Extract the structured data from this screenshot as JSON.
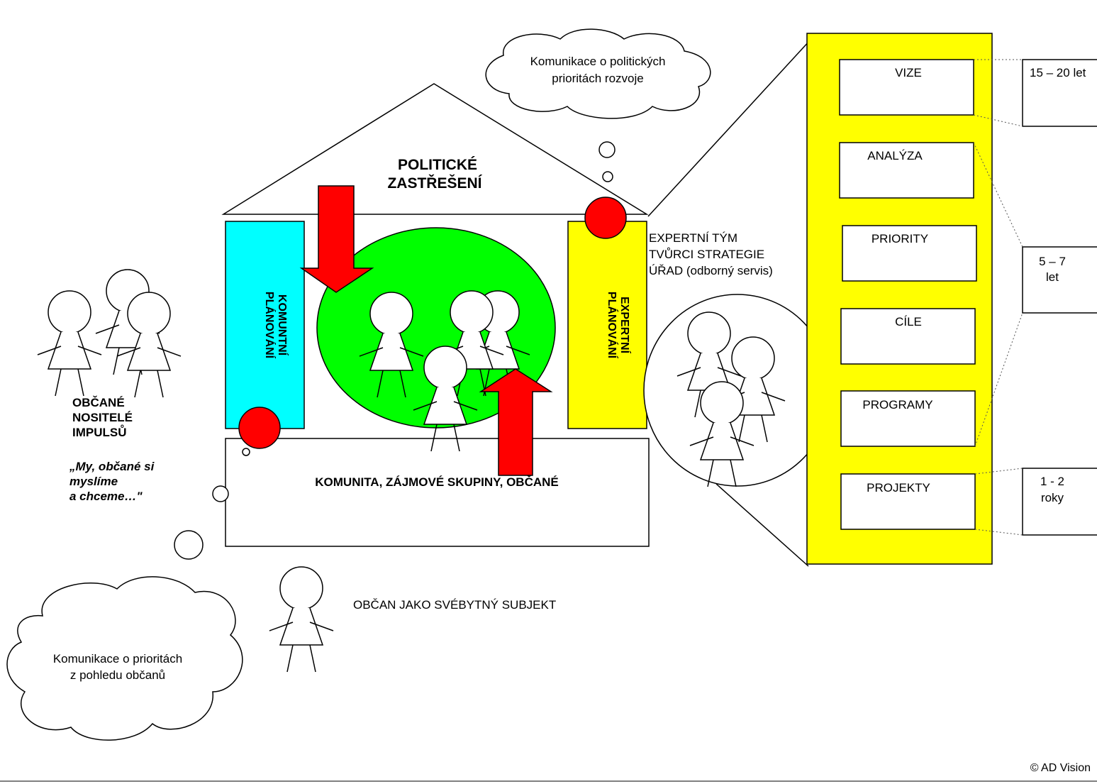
{
  "colors": {
    "cyan": "#00ffff",
    "green": "#00ff00",
    "yellow": "#ffff00",
    "red": "#ff0000",
    "stroke": "#000000"
  },
  "clouds": {
    "political": [
      "Komunikace o politických",
      "prioritách rozvoje"
    ],
    "citizens": [
      "Komunikace o prioritách",
      "z pohledu občanů"
    ]
  },
  "house": {
    "roof": [
      "POLITICKÉ",
      "ZASTŘEŠENÍ"
    ],
    "left_pillar": [
      "KOMUNTNÍ",
      "PLÁNOVÁNÍ"
    ],
    "right_pillar": [
      "EXPERTNÍ",
      "PLÁNOVÁNÍ"
    ],
    "base": "KOMUNITA, ZÁJMOVÉ SKUPINY, OBČANÉ"
  },
  "citizens": {
    "label": [
      "OBČANÉ",
      "NOSITELÉ",
      "IMPULSŮ"
    ],
    "quote": [
      "„My, občané si",
      "myslíme",
      "a chceme…\""
    ]
  },
  "individual": "OBČAN JAKO SVÉBYTNÝ SUBJEKT",
  "expert_team": [
    "EXPERTNÍ TÝM",
    "TVŮRCI STRATEGIE",
    "ÚŘAD (odborný servis)"
  ],
  "strategy_levels": [
    "VIZE",
    "ANALÝZA",
    "PRIORITY",
    "CÍLE",
    "PROGRAMY",
    "PROJEKTY"
  ],
  "time_horizons": [
    [
      "15 – 20 let"
    ],
    [
      "5 – 7",
      "let"
    ],
    [
      "1 - 2",
      "roky"
    ]
  ],
  "copyright": "© AD Vision"
}
